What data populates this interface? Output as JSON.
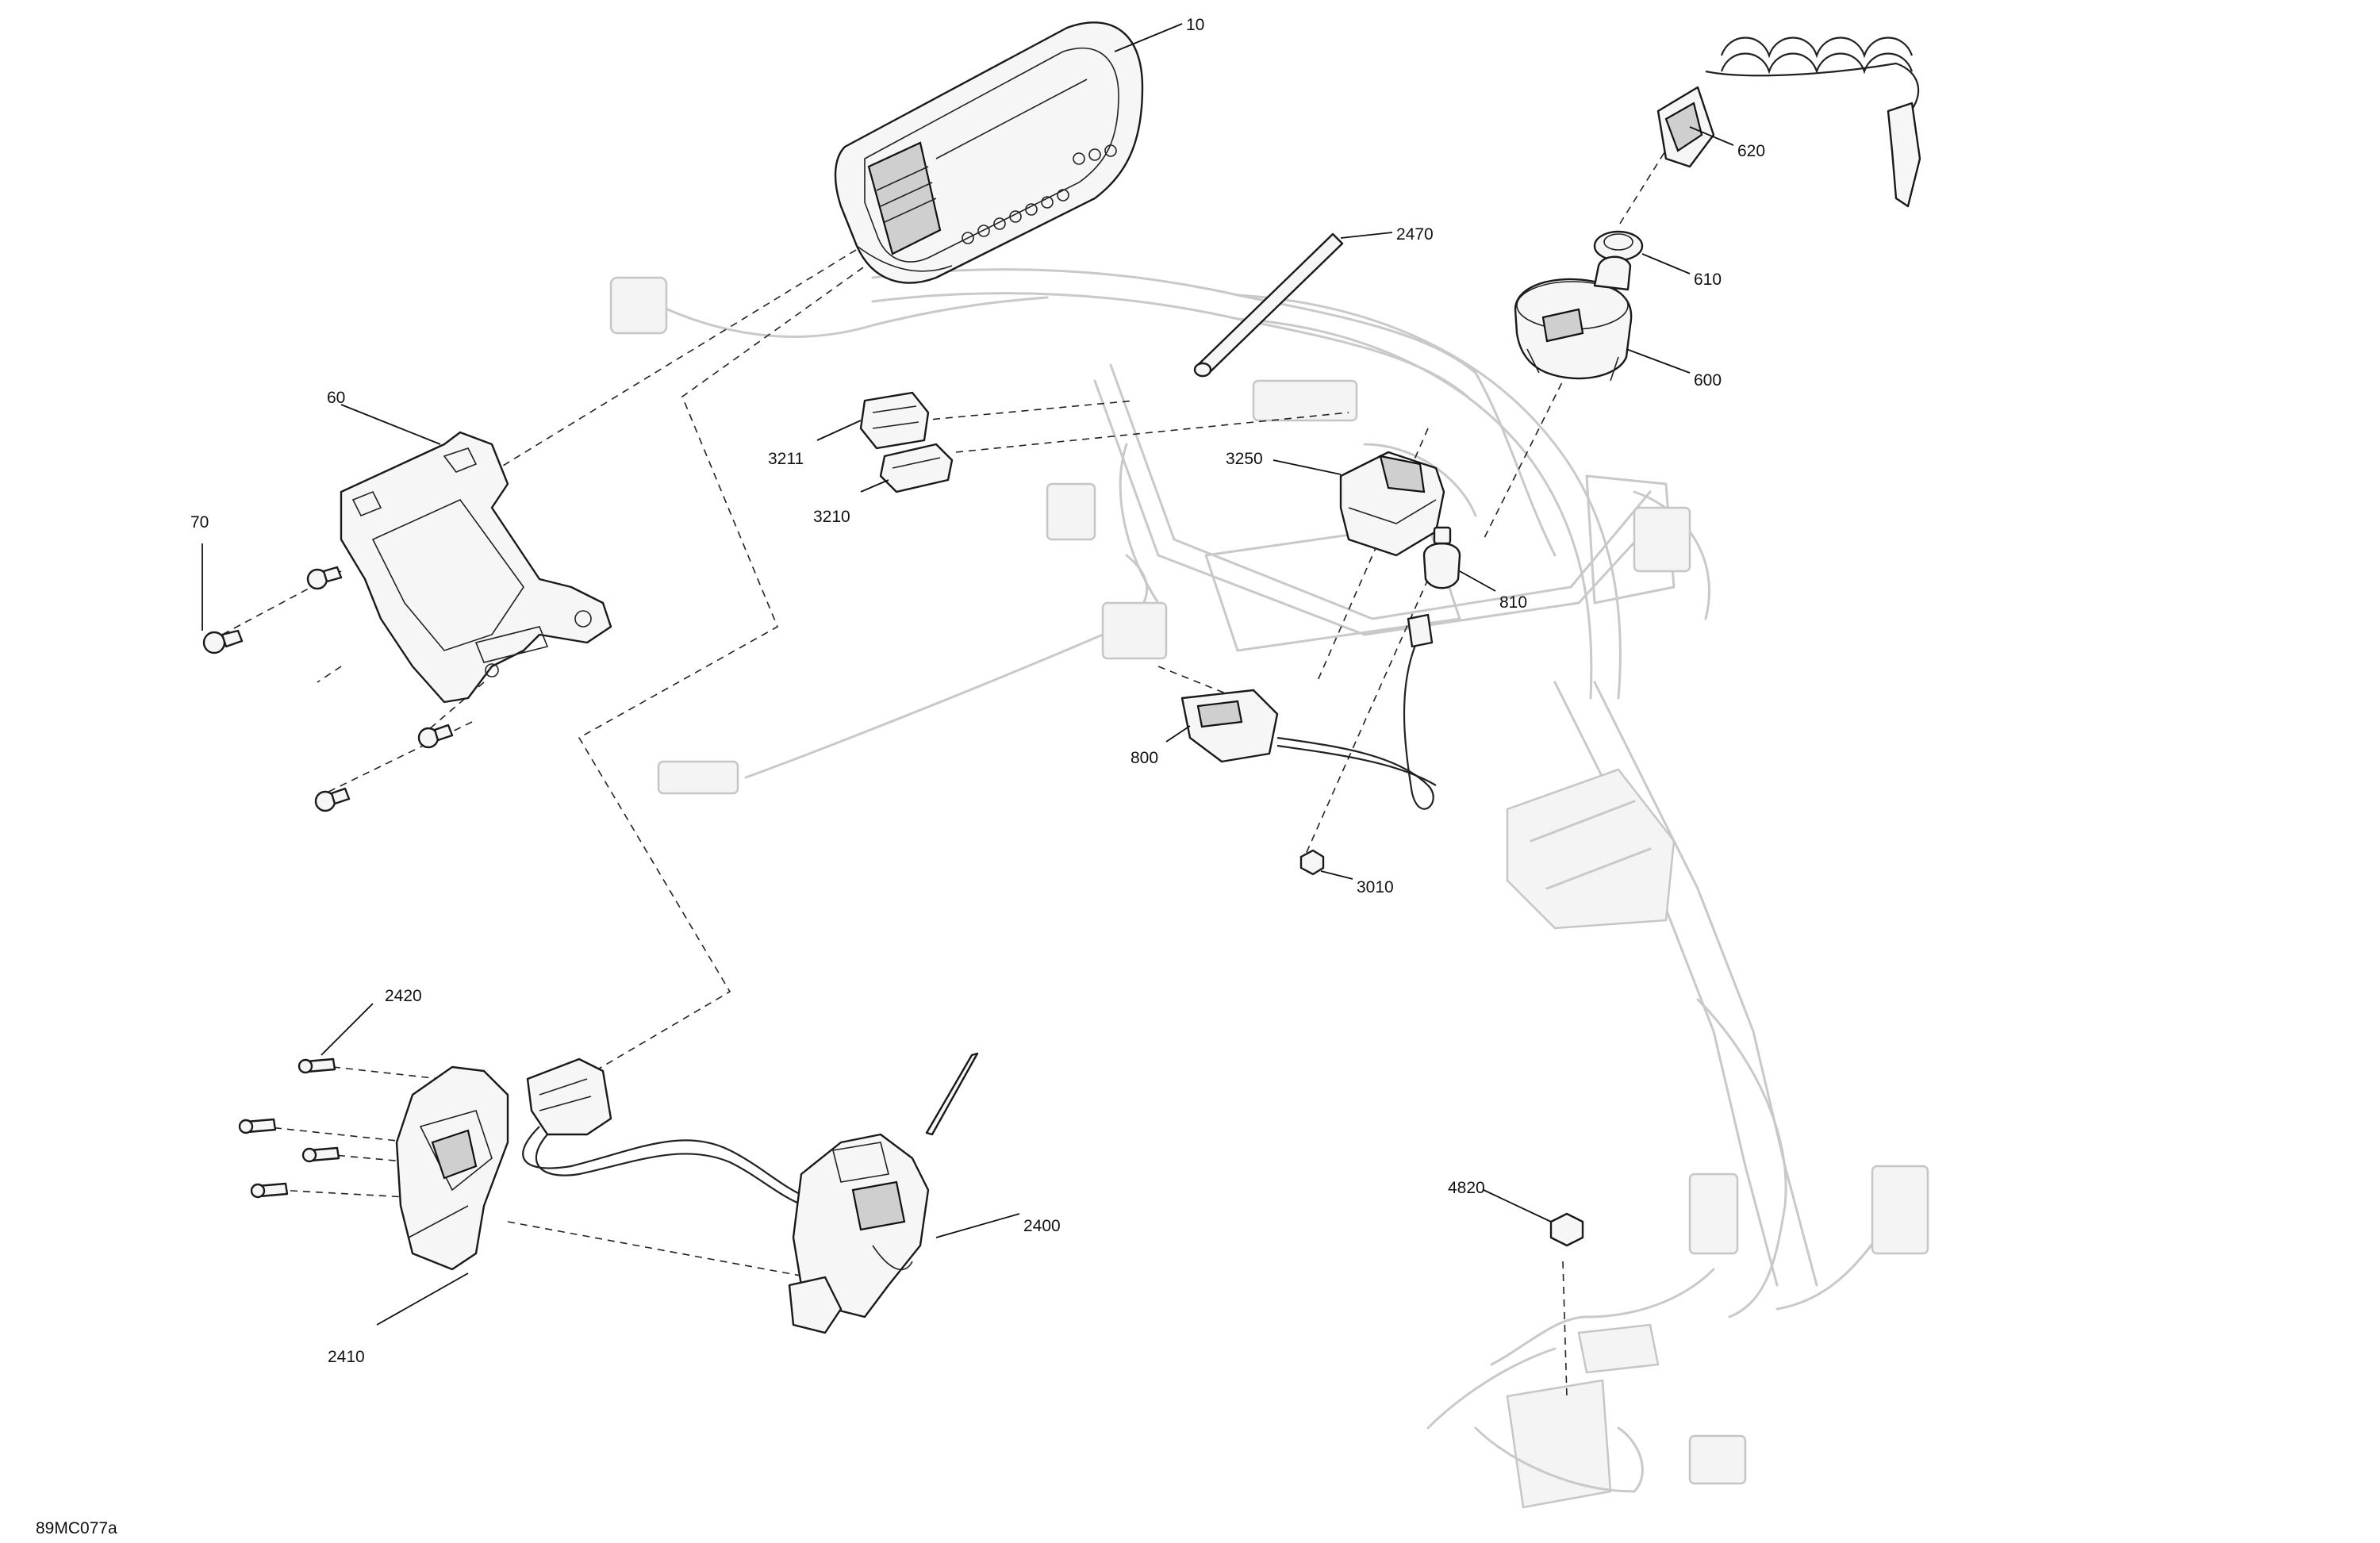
{
  "figure_id": "89MC077a",
  "callouts": {
    "c10": "10",
    "c60": "60",
    "c70": "70",
    "c620": "620",
    "c610": "610",
    "c600": "600",
    "c2470": "2470",
    "c3211": "3211",
    "c3210": "3210",
    "c3250": "3250",
    "c810": "810",
    "c800": "800",
    "c3010": "3010",
    "c2420": "2420",
    "c2400": "2400",
    "c2410": "2410",
    "c4820": "4820"
  },
  "colors": {
    "linework": "#1a1a1a",
    "ghost_frame": "#c9c9c9",
    "background": "#ffffff"
  }
}
